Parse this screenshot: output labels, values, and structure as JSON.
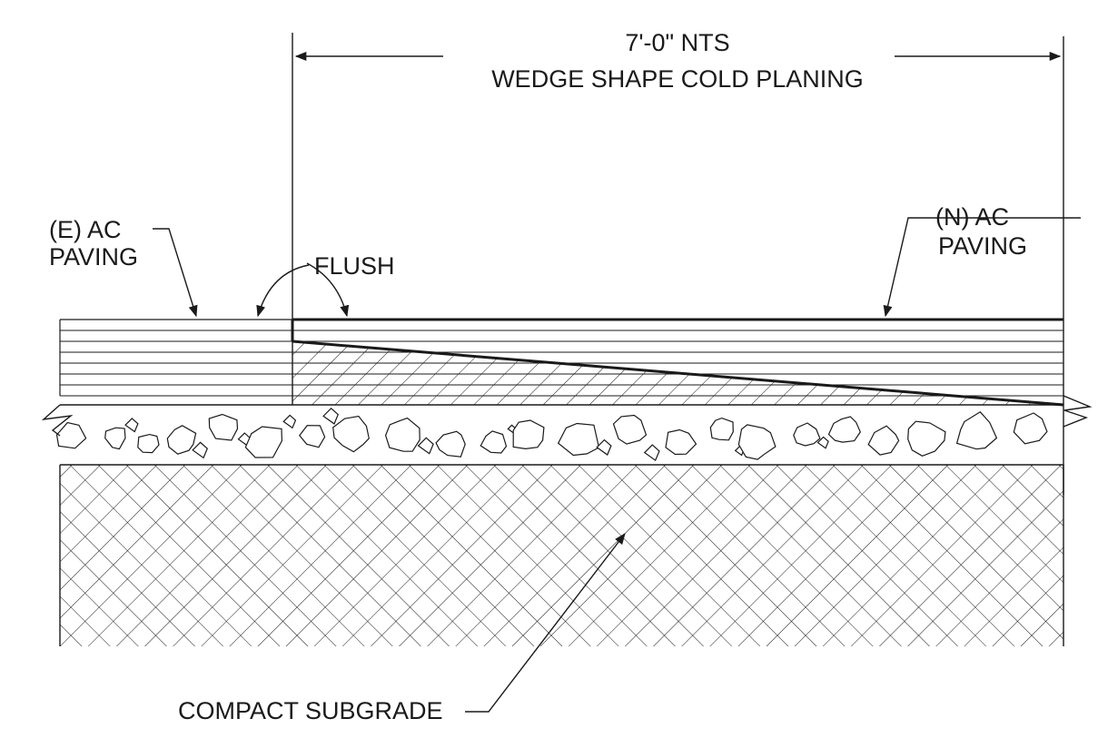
{
  "dimension": {
    "value_text": "7'-0\" NTS",
    "description": "WEDGE SHAPE COLD PLANING"
  },
  "labels": {
    "existing_ac": {
      "line1": "(E) AC",
      "line2": "PAVING"
    },
    "new_ac": {
      "line1": "(N) AC",
      "line2": "PAVING"
    },
    "flush": "FLUSH",
    "subgrade": "COMPACT SUBGRADE"
  },
  "colors": {
    "ink": "#1a1a1a",
    "paper": "#ffffff"
  }
}
